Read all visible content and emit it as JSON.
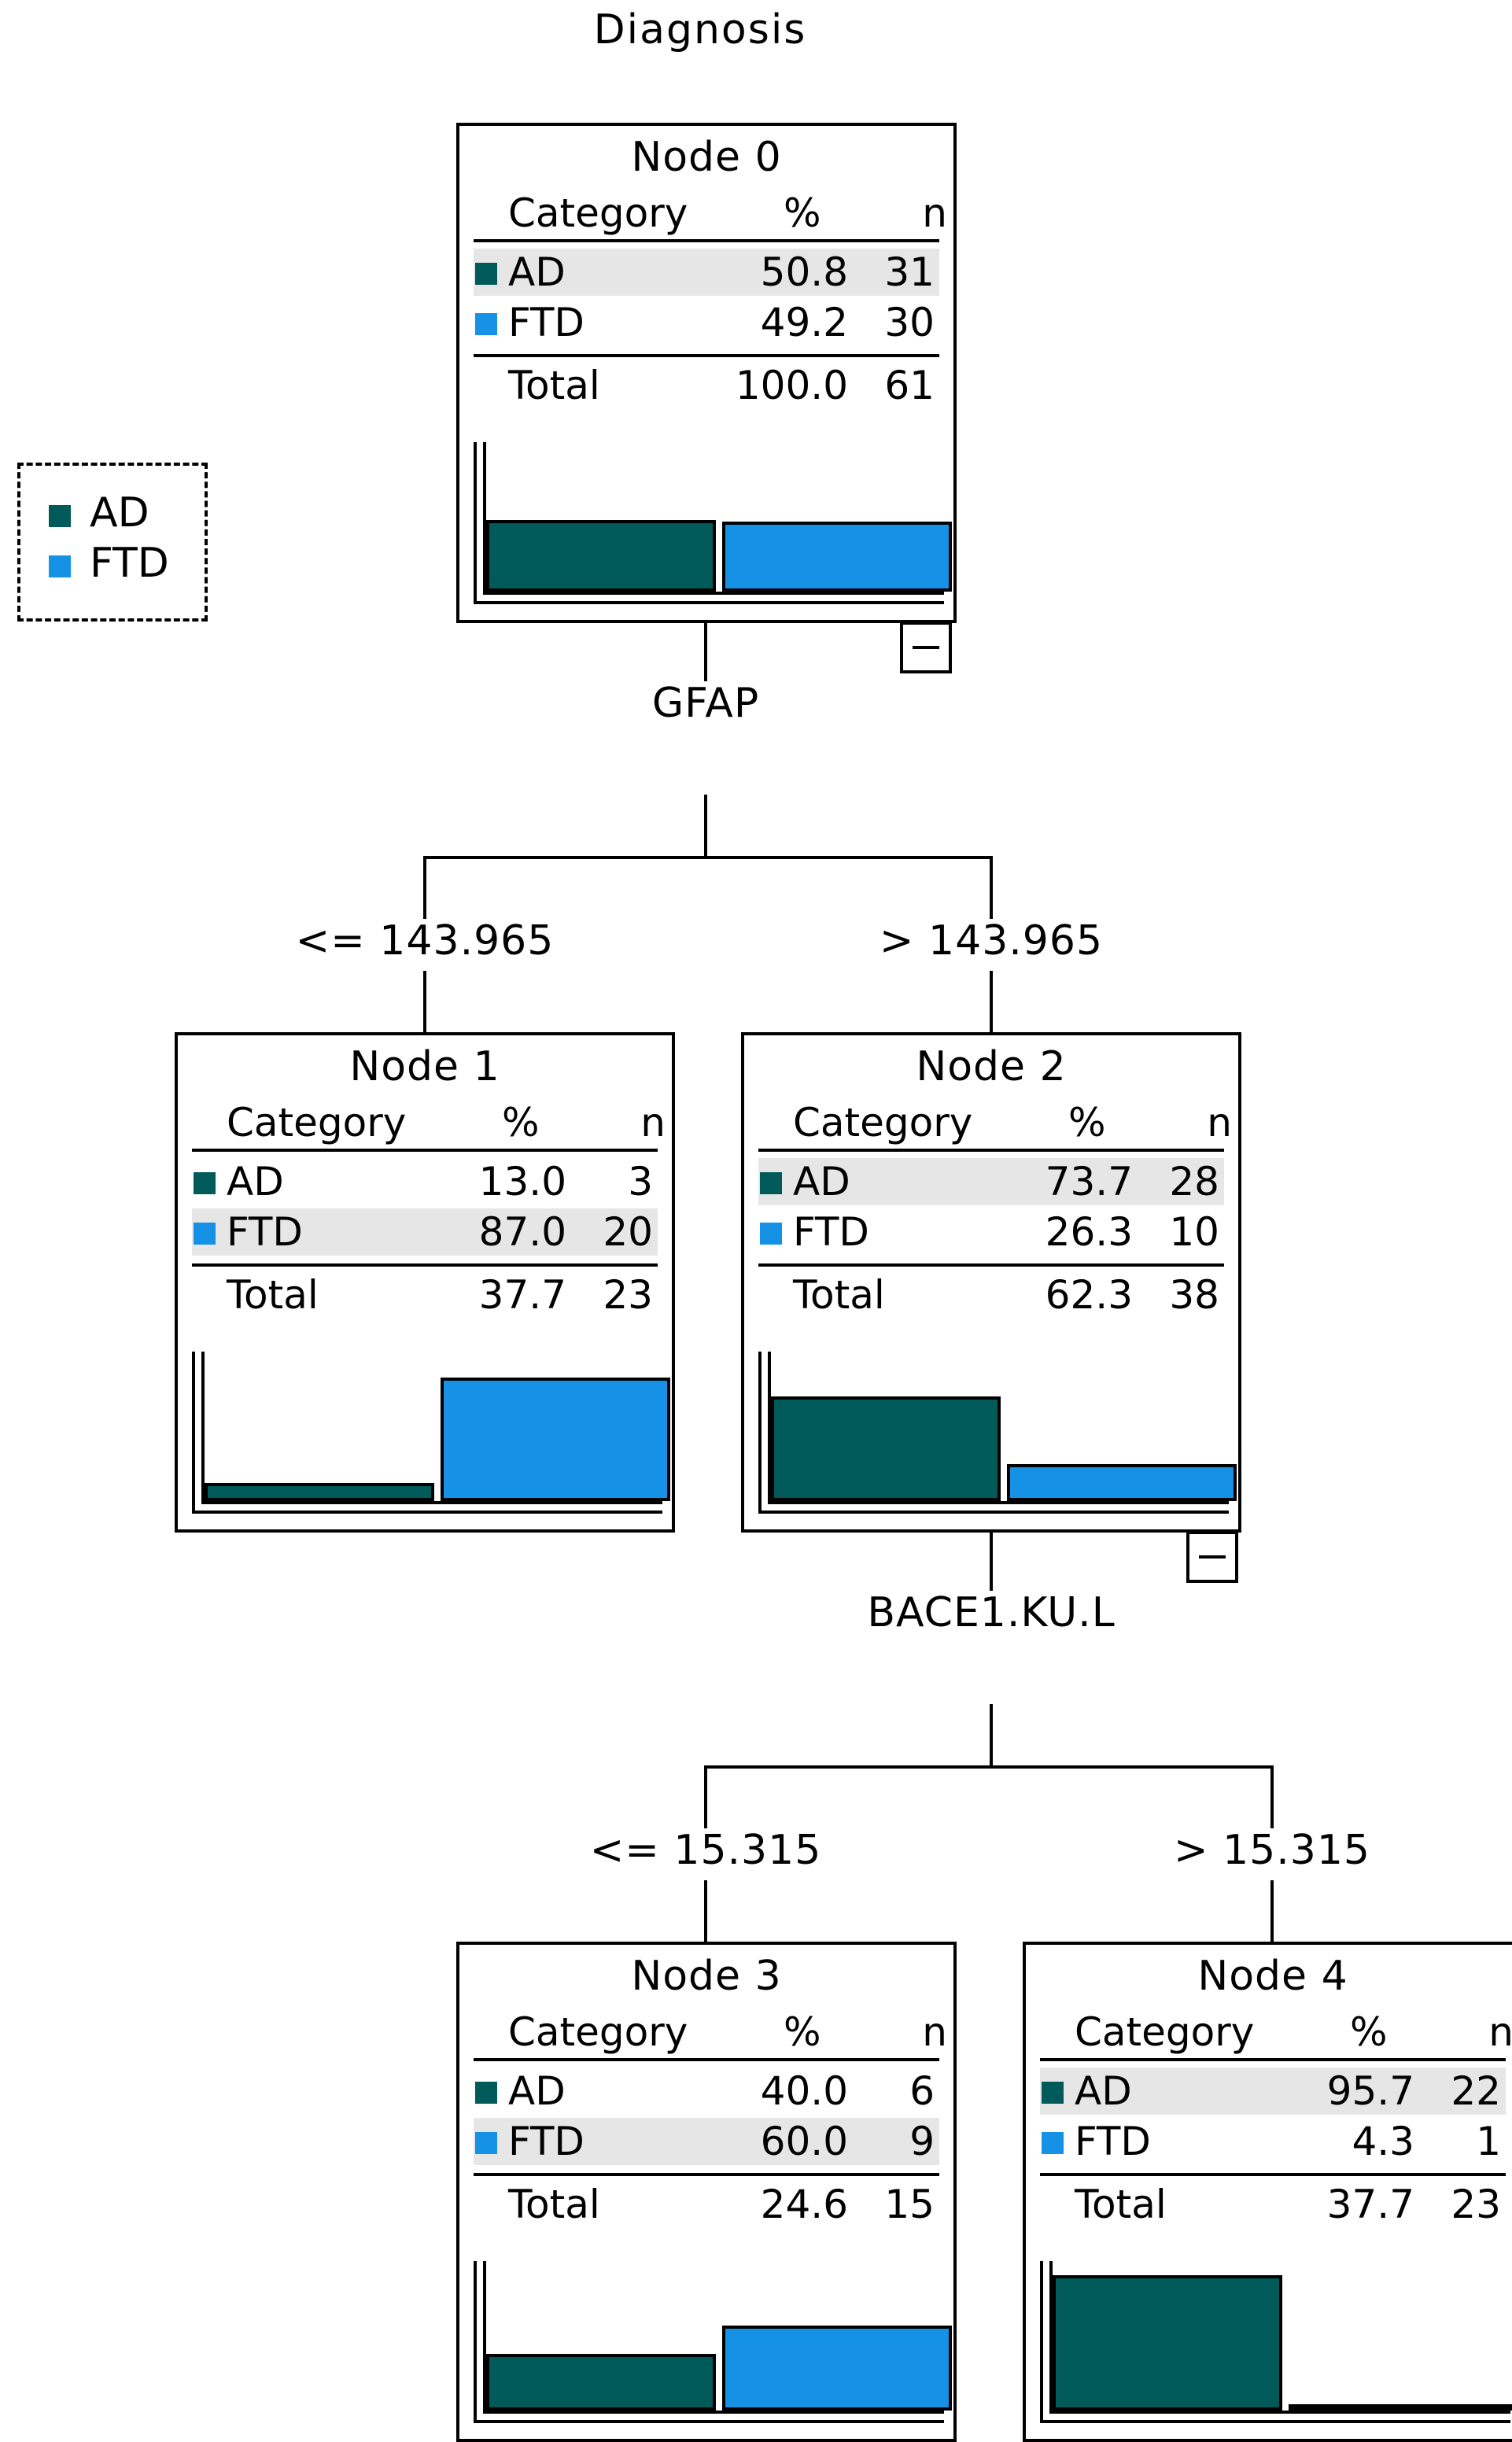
{
  "title": "Diagnosis",
  "colors": {
    "AD": "#005a5a",
    "FTD": "#1592e6"
  },
  "legend": [
    {
      "label": "AD",
      "color": "#005a5a"
    },
    {
      "label": "FTD",
      "color": "#1592e6"
    }
  ],
  "header": {
    "category": "Category",
    "percent": "%",
    "n": "n"
  },
  "nodes": [
    {
      "title": "Node 0",
      "rows": [
        {
          "cat": "AD",
          "pct": "50.8",
          "n": "31"
        },
        {
          "cat": "FTD",
          "pct": "49.2",
          "n": "30"
        }
      ],
      "total": {
        "label": "Total",
        "pct": "100.0",
        "n": "61"
      }
    },
    {
      "title": "Node 1",
      "rows": [
        {
          "cat": "AD",
          "pct": "13.0",
          "n": "3"
        },
        {
          "cat": "FTD",
          "pct": "87.0",
          "n": "20"
        }
      ],
      "total": {
        "label": "Total",
        "pct": "37.7",
        "n": "23"
      }
    },
    {
      "title": "Node 2",
      "rows": [
        {
          "cat": "AD",
          "pct": "73.7",
          "n": "28"
        },
        {
          "cat": "FTD",
          "pct": "26.3",
          "n": "10"
        }
      ],
      "total": {
        "label": "Total",
        "pct": "62.3",
        "n": "38"
      }
    },
    {
      "title": "Node 3",
      "rows": [
        {
          "cat": "AD",
          "pct": "40.0",
          "n": "6"
        },
        {
          "cat": "FTD",
          "pct": "60.0",
          "n": "9"
        }
      ],
      "total": {
        "label": "Total",
        "pct": "24.6",
        "n": "15"
      }
    },
    {
      "title": "Node 4",
      "rows": [
        {
          "cat": "AD",
          "pct": "95.7",
          "n": "22"
        },
        {
          "cat": "FTD",
          "pct": "4.3",
          "n": "1"
        }
      ],
      "total": {
        "label": "Total",
        "pct": "37.7",
        "n": "23"
      }
    }
  ],
  "splits": [
    {
      "variable": "GFAP",
      "left": "<= 143.965",
      "right": "> 143.965"
    },
    {
      "variable": "BACE1.KU.L",
      "left": "<= 15.315",
      "right": "> 15.315"
    }
  ]
}
